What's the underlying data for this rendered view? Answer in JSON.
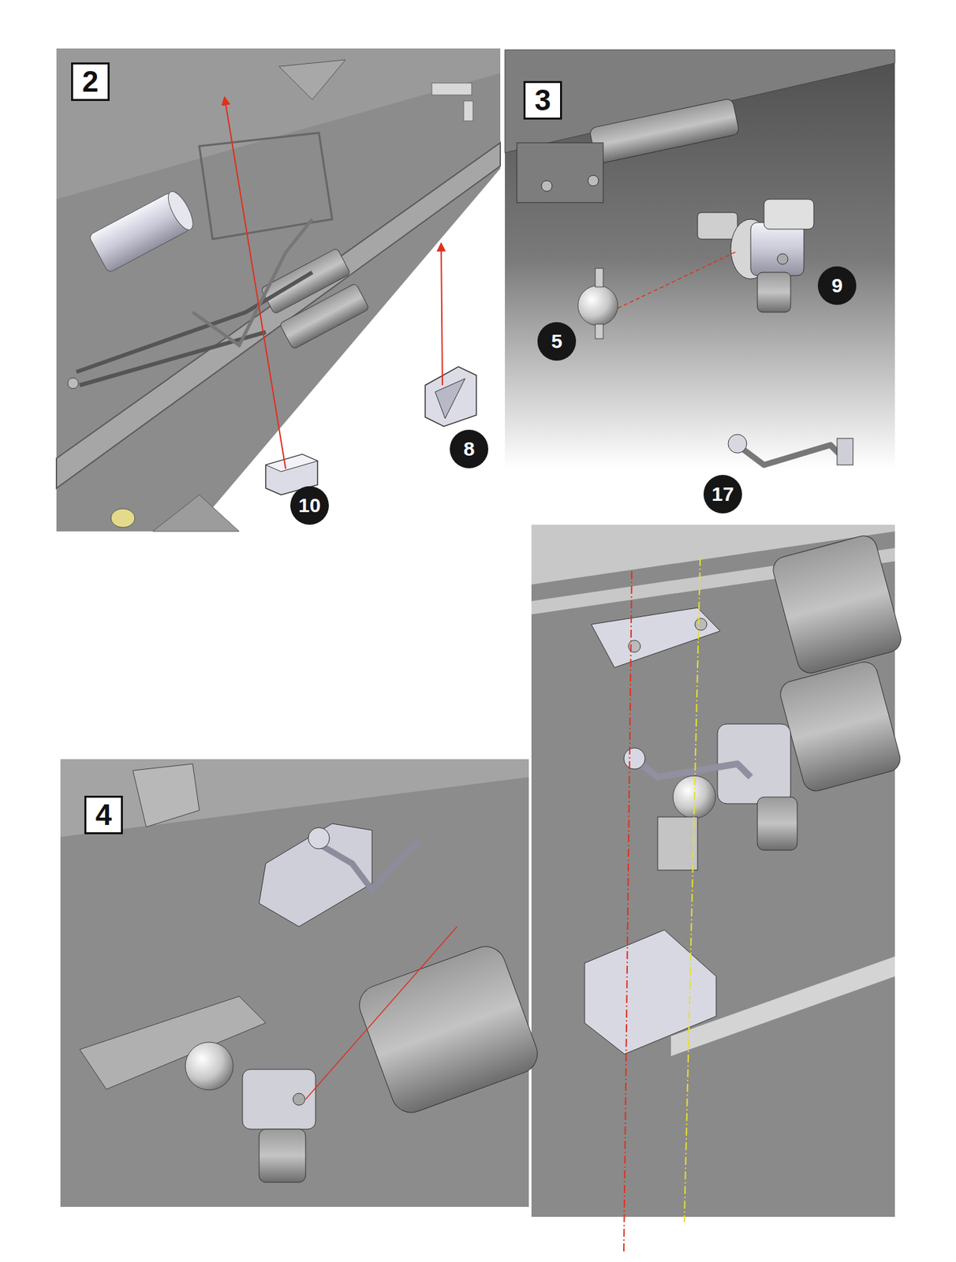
{
  "diagram": {
    "nodes": [
      {
        "text": [
          "2"
        ]
      },
      {
        "text": [
          "10"
        ]
      },
      {
        "text": [
          "8"
        ]
      },
      {
        "text": [
          "3"
        ]
      },
      {
        "text": [
          "5"
        ]
      },
      {
        "text": [
          "9"
        ]
      },
      {
        "text": [
          "17"
        ]
      },
      {
        "text": [
          "4"
        ]
      }
    ]
  }
}
